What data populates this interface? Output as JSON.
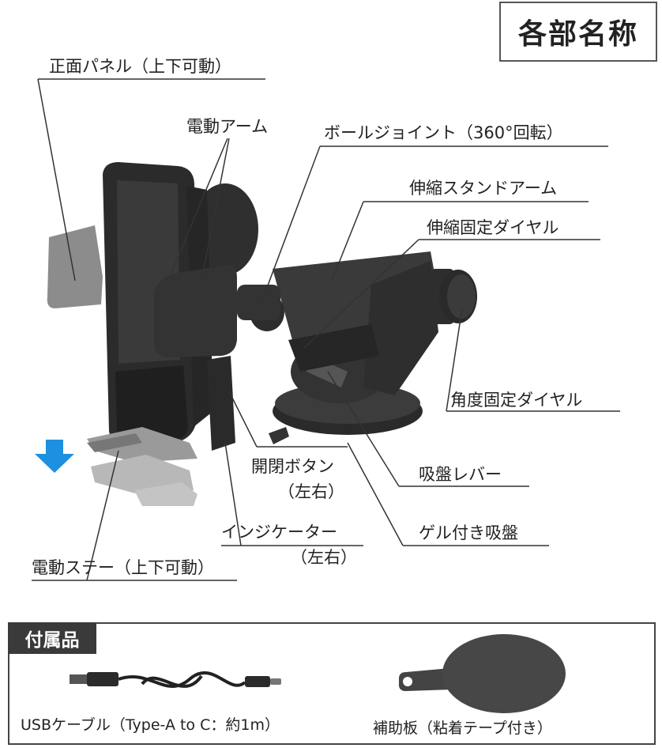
{
  "title": "各部名称",
  "labels": {
    "front_panel": "正面パネル（上下可動）",
    "electric_arm": "電動アーム",
    "ball_joint": "ボールジョイント（360°回転）",
    "telescopic_arm": "伸縮スタンドアーム",
    "telescopic_dial": "伸縮固定ダイヤル",
    "angle_dial": "角度固定ダイヤル",
    "open_close_button": "開閉ボタン",
    "open_close_lr": "（左右）",
    "suction_lever": "吸盤レバー",
    "indicator": "インジケーター",
    "indicator_lr": "（左右）",
    "gel_suction": "ゲル付き吸盤",
    "electric_stay": "電動ステー（上下可動）"
  },
  "accessories": {
    "heading": "付属品",
    "cable_caption": "USBケーブル（Type-A to C：約1m）",
    "plate_caption": "補助板（粘着テープ付き）"
  },
  "colors": {
    "device_dark": "#2b2b2b",
    "device_mid": "#4a4a4a",
    "grip_light": "#9a9a9a",
    "arrow_blue": "#1e90e0",
    "leader_line": "#333333"
  }
}
